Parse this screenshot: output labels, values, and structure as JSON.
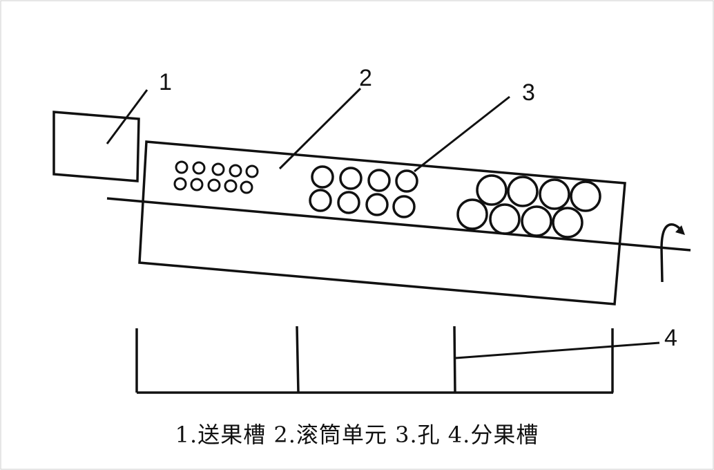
{
  "labels": {
    "feed": "1",
    "drum": "2",
    "hole": "3",
    "trough": "4"
  },
  "caption": "1.送果槽 2.滚筒单元 3.孔 4.分果槽",
  "colors": {
    "stroke": "#111111",
    "background": "#ffffff"
  }
}
